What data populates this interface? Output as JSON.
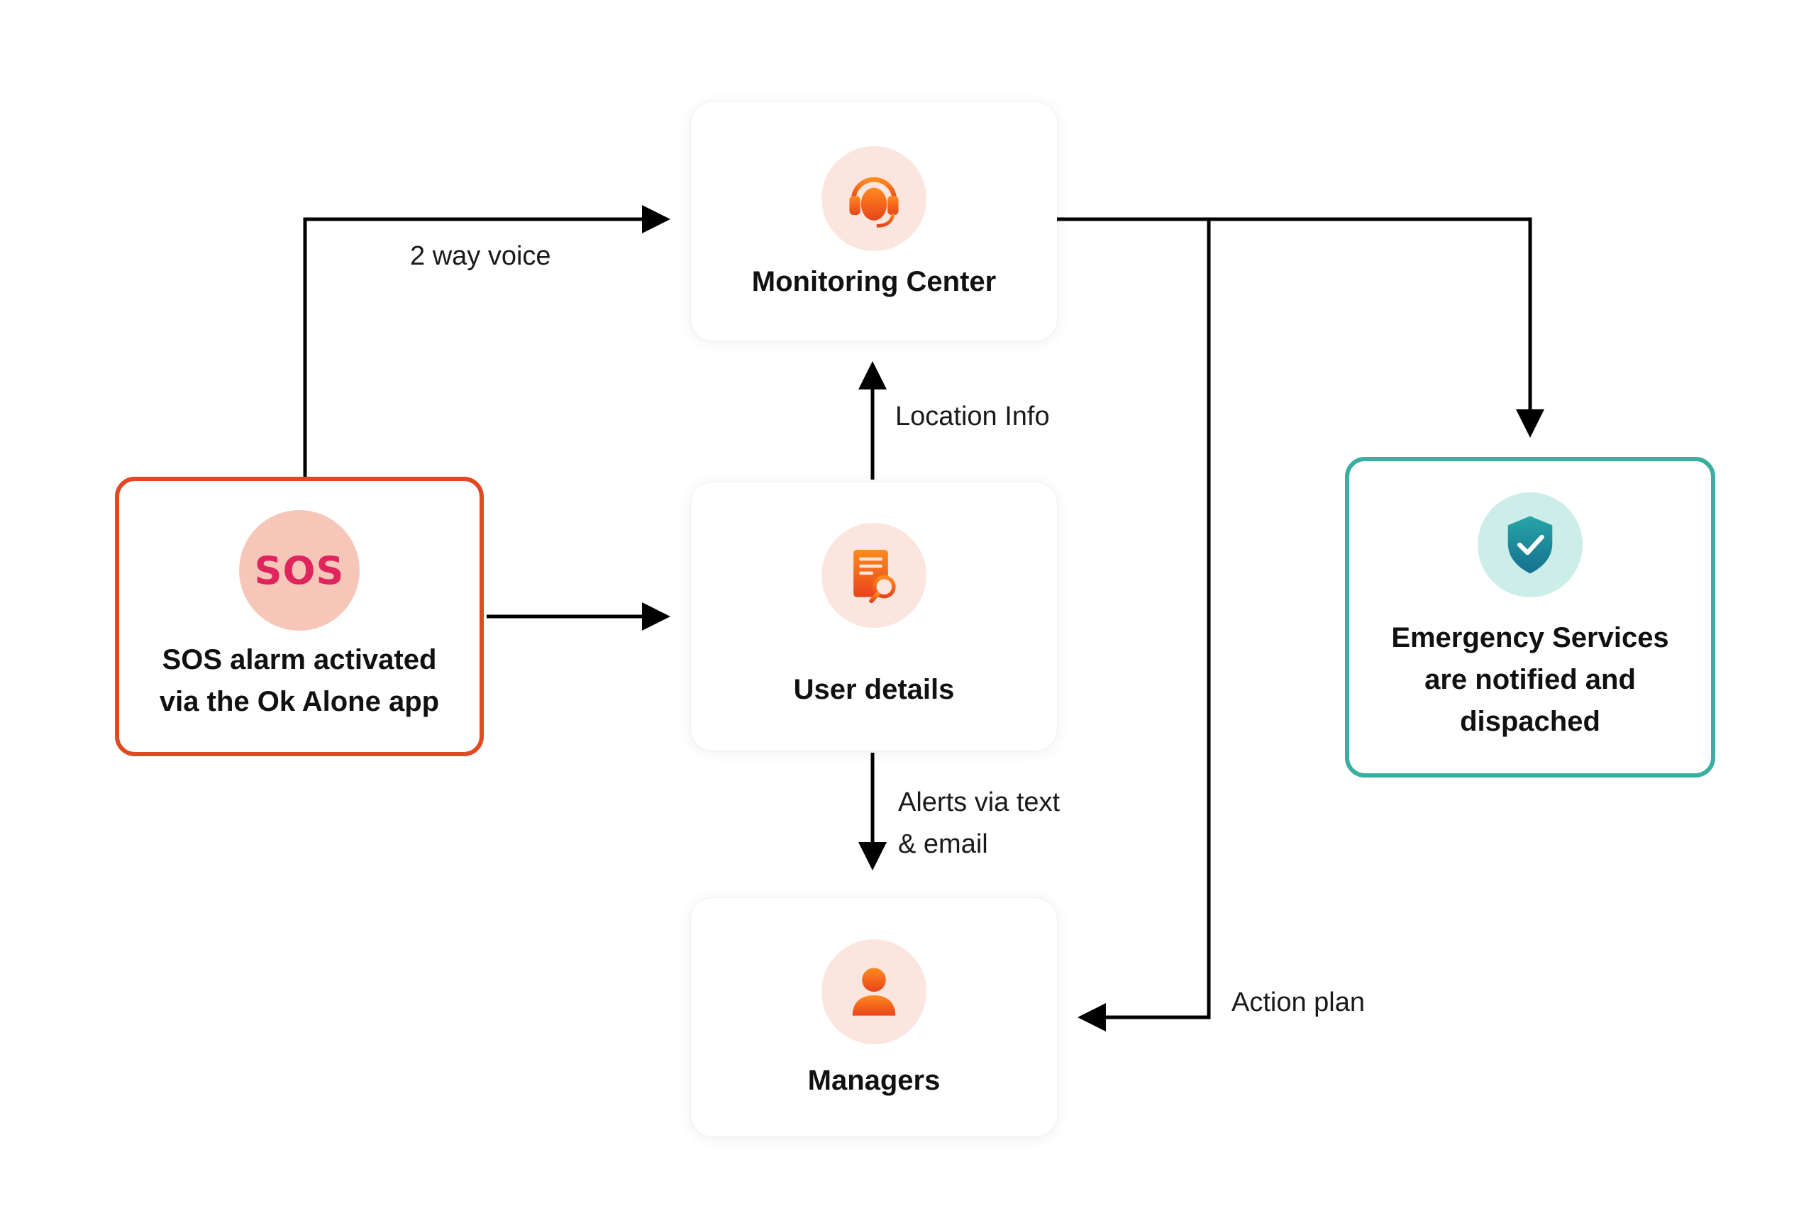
{
  "nodes": {
    "monitoring": {
      "label": "Monitoring Center",
      "icon": "headset-icon"
    },
    "sos": {
      "badge": "SOS",
      "label": "SOS alarm activated\nvia the Ok Alone app",
      "icon": "sos-badge-icon"
    },
    "user_details": {
      "label": "User details",
      "icon": "document-search-icon"
    },
    "emergency": {
      "label": "Emergency Services\nare notified and\ndispached",
      "icon": "shield-check-icon"
    },
    "managers": {
      "label": "Managers",
      "icon": "user-icon"
    }
  },
  "edges": {
    "two_way_voice": "2 way voice",
    "location_info": "Location Info",
    "alerts": "Alerts via text\n& email",
    "action_plan": "Action plan"
  },
  "colors": {
    "sos_border": "#e04a22",
    "emergency_border": "#3aaf9f",
    "icon_orange": "#f26a1b",
    "icon_teal": "#1f9a9f",
    "sos_text": "#e0245e",
    "arrow": "#000000"
  }
}
